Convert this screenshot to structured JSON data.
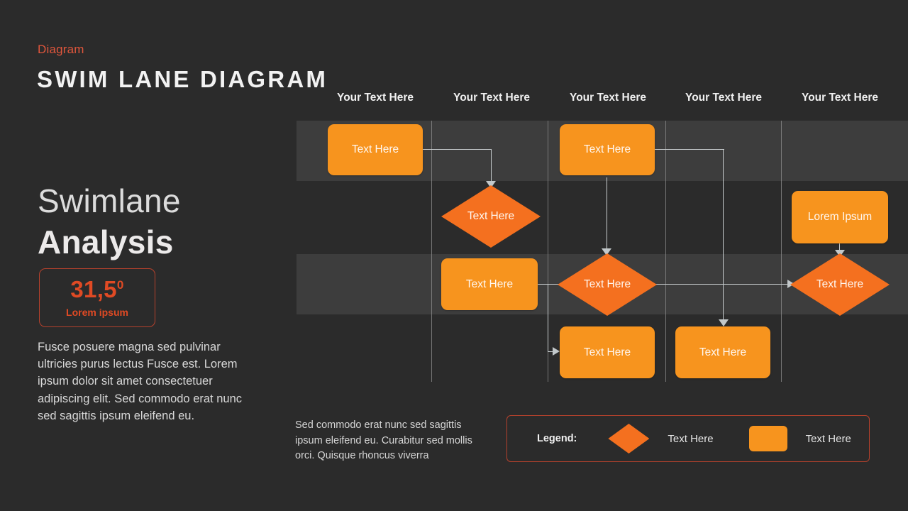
{
  "header": {
    "kicker": "Diagram",
    "title": "SWIM LANE DIAGRAM"
  },
  "intro": {
    "heading_light": "Swimlane",
    "heading_bold": "Analysis",
    "badge": {
      "value": "31,5",
      "unit": "0",
      "label": "Lorem ipsum"
    },
    "paragraph": "Fusce posuere magna sed pulvinar ultricies purus lectus Fusce est. Lorem ipsum dolor sit amet consectetuer adipiscing elit. Sed commodo erat nunc sed sagittis ipsum eleifend eu."
  },
  "footnote": {
    "text": "Sed commodo  erat nunc sed sagittis ipsum eleifend eu. Curabitur sed mollis orci. Quisque rhoncus viverra"
  },
  "diagram": {
    "column_headers": [
      {
        "label": "Your Text Here"
      },
      {
        "label": "Your Text Here"
      },
      {
        "label": "Your Text Here"
      },
      {
        "label": "Your Text Here"
      },
      {
        "label": "Your Text Here"
      }
    ],
    "nodes": [
      {
        "id": "r1c1",
        "shape": "rect",
        "label": "Text Here"
      },
      {
        "id": "r1c3",
        "shape": "rect",
        "label": "Text Here"
      },
      {
        "id": "r2c2",
        "shape": "diamond",
        "label": "Text Here"
      },
      {
        "id": "r2c5",
        "shape": "rect",
        "label": "Lorem Ipsum"
      },
      {
        "id": "r3c2",
        "shape": "rect",
        "label": "Text Here"
      },
      {
        "id": "r3c3",
        "shape": "diamond",
        "label": "Text Here"
      },
      {
        "id": "r3c5",
        "shape": "diamond",
        "label": "Text Here"
      },
      {
        "id": "r4c3",
        "shape": "rect",
        "label": "Text Here"
      },
      {
        "id": "r4c4",
        "shape": "rect",
        "label": "Text Here"
      }
    ]
  },
  "legend": {
    "title": "Legend:",
    "items": [
      {
        "shape": "diamond",
        "label": "Text Here"
      },
      {
        "shape": "rect",
        "label": "Text Here"
      }
    ]
  },
  "colors": {
    "background": "#2b2b2b",
    "lane_band": "#3d3d3d",
    "rect_orange": "#f7941e",
    "diamond_orange": "#f4701f",
    "accent_red": "#e0563c",
    "connector": "#c8cdcf"
  }
}
